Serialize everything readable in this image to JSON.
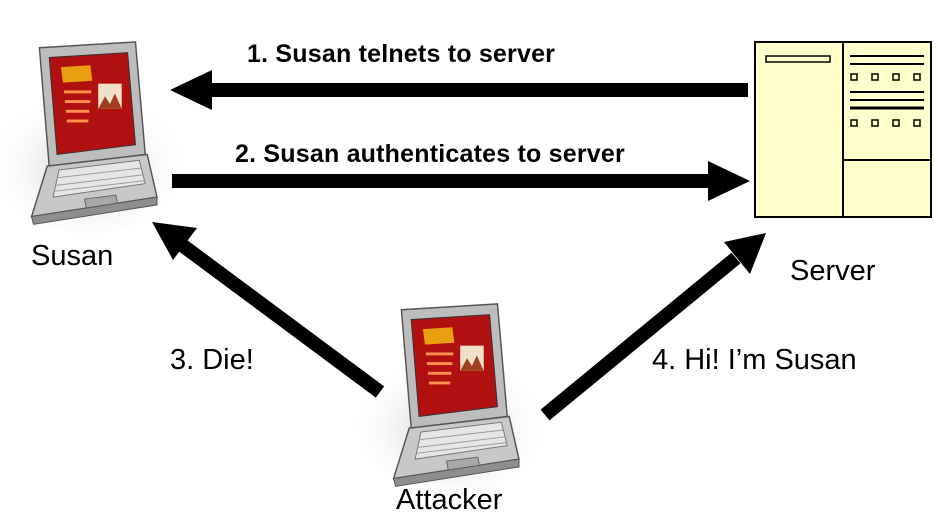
{
  "nodes": {
    "susan": {
      "label": "Susan",
      "icon": "laptop-icon"
    },
    "server": {
      "label": "Server",
      "icon": "server-document-icon"
    },
    "attacker": {
      "label": "Attacker",
      "icon": "laptop-icon"
    }
  },
  "steps": [
    {
      "label": "1. Susan telnets to server",
      "from": "server",
      "to": "susan"
    },
    {
      "label": "2. Susan authenticates to server",
      "from": "susan",
      "to": "server"
    },
    {
      "label": "3. Die!",
      "from": "attacker",
      "to": "susan"
    },
    {
      "label": "4. Hi! I’m Susan",
      "from": "attacker",
      "to": "server"
    }
  ],
  "colors": {
    "arrow": "#000000",
    "server_fill": "#ffffcc",
    "laptop_screen": "#b01010",
    "laptop_body": "#cfcfcf"
  }
}
